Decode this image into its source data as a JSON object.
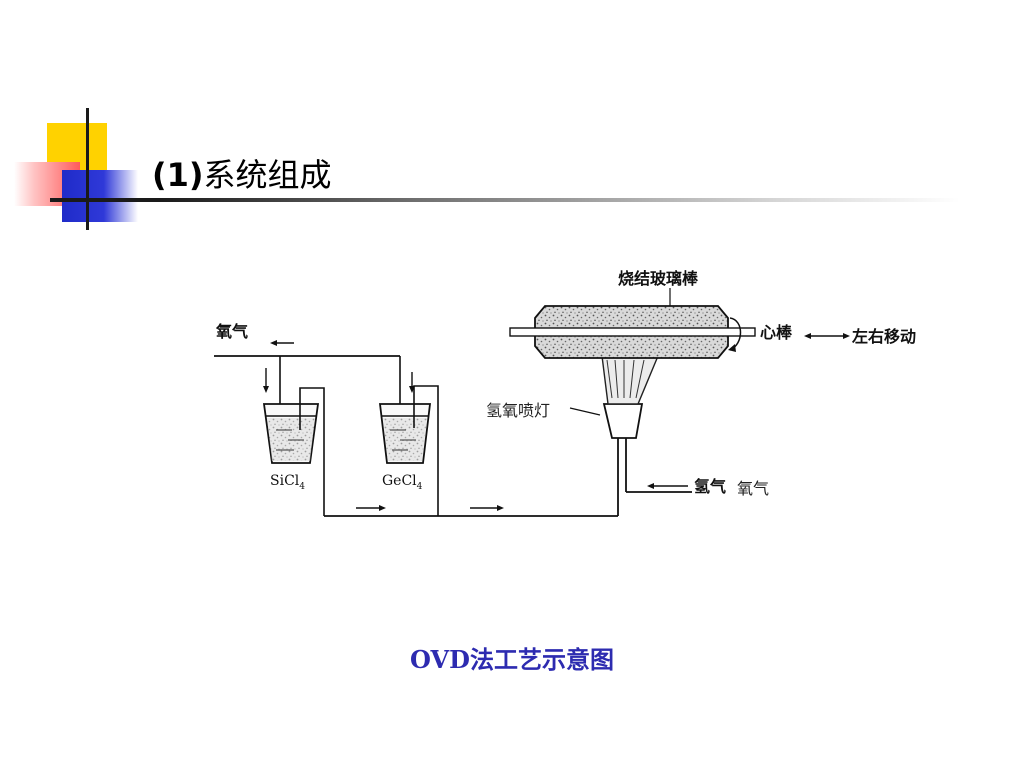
{
  "slide": {
    "title_number": "(1)",
    "title_text": "系统组成",
    "caption": "OVD法工艺示意图"
  },
  "diagram": {
    "oxygen_in": "氧气",
    "sicl4_label": "SiCl",
    "sicl4_sub": "4",
    "gecl4_label": "GeCl",
    "gecl4_sub": "4",
    "sintered_rod": "烧结玻璃棒",
    "core_rod": "心棒",
    "left_right_move": "左右移动",
    "torch": "氢氧喷灯",
    "hydrogen": "氢气",
    "oxygen_torch": "氧气"
  }
}
